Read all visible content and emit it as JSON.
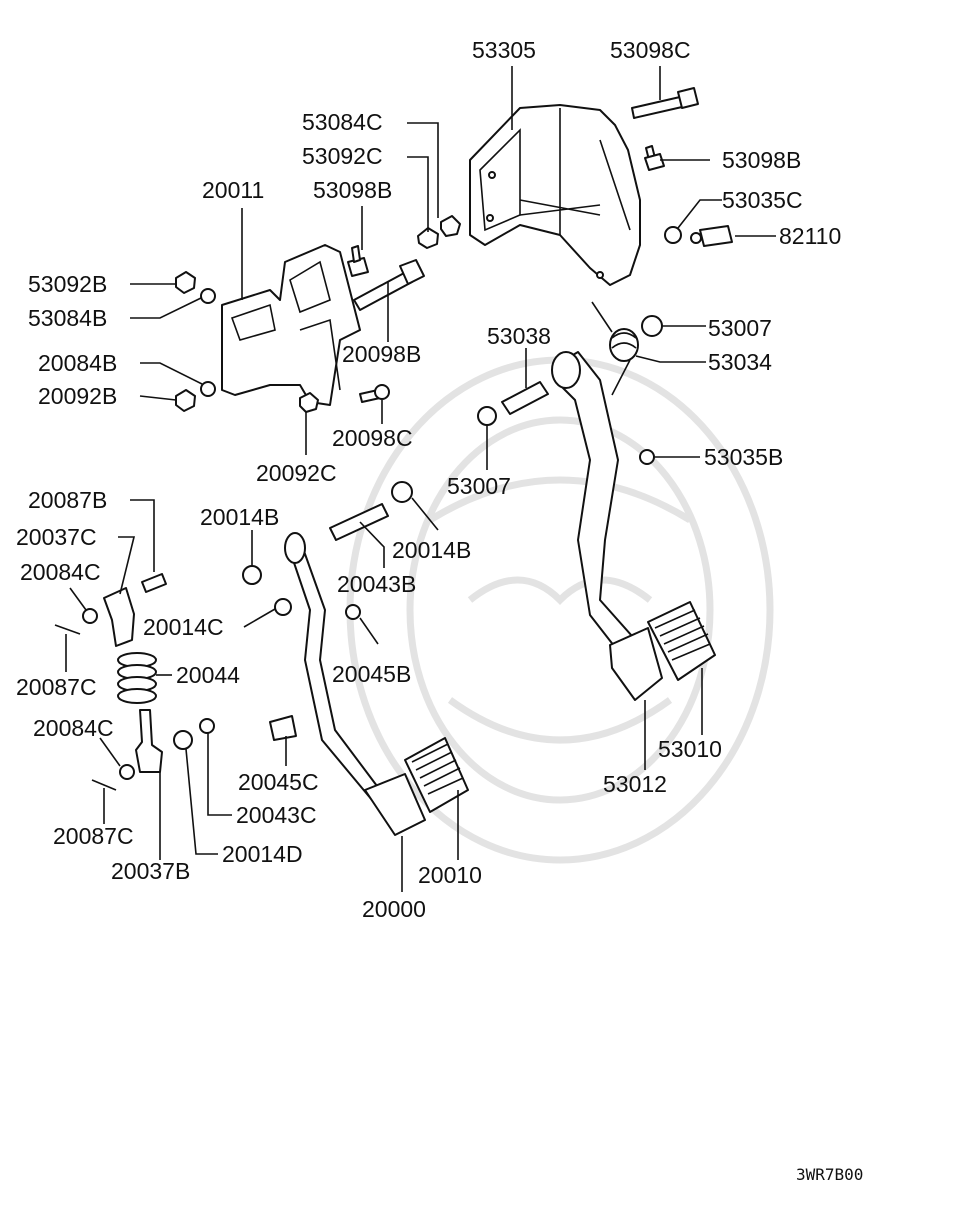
{
  "diagram_code": "3WR7B00",
  "callouts": {
    "c53305": "53305",
    "c53098C": "53098C",
    "c53084C": "53084C",
    "c53092C": "53092C",
    "c53098B_top": "53098B",
    "c20011": "20011",
    "c53098B_left": "53098B",
    "c53035C": "53035C",
    "c82110": "82110",
    "c53092B": "53092B",
    "c53084B": "53084B",
    "c20098B": "20098B",
    "c53038": "53038",
    "c53007_top": "53007",
    "c53034": "53034",
    "c20084B": "20084B",
    "c20092B": "20092B",
    "c20098C": "20098C",
    "c53035B": "53035B",
    "c20092C": "20092C",
    "c53007_mid": "53007",
    "c20087B": "20087B",
    "c20014B_left": "20014B",
    "c20037C": "20037C",
    "c20014B_right": "20014B",
    "c20084C_top": "20084C",
    "c20043B": "20043B",
    "c20014C": "20014C",
    "c20045B": "20045B",
    "c20087C_top": "20087C",
    "c20044": "20044",
    "c20084C_bot": "20084C",
    "c53010": "53010",
    "c20045C": "20045C",
    "c53012": "53012",
    "c20043C": "20043C",
    "c20087C_bot": "20087C",
    "c20014D": "20014D",
    "c20037B": "20037B",
    "c20010": "20010",
    "c20000": "20000"
  }
}
